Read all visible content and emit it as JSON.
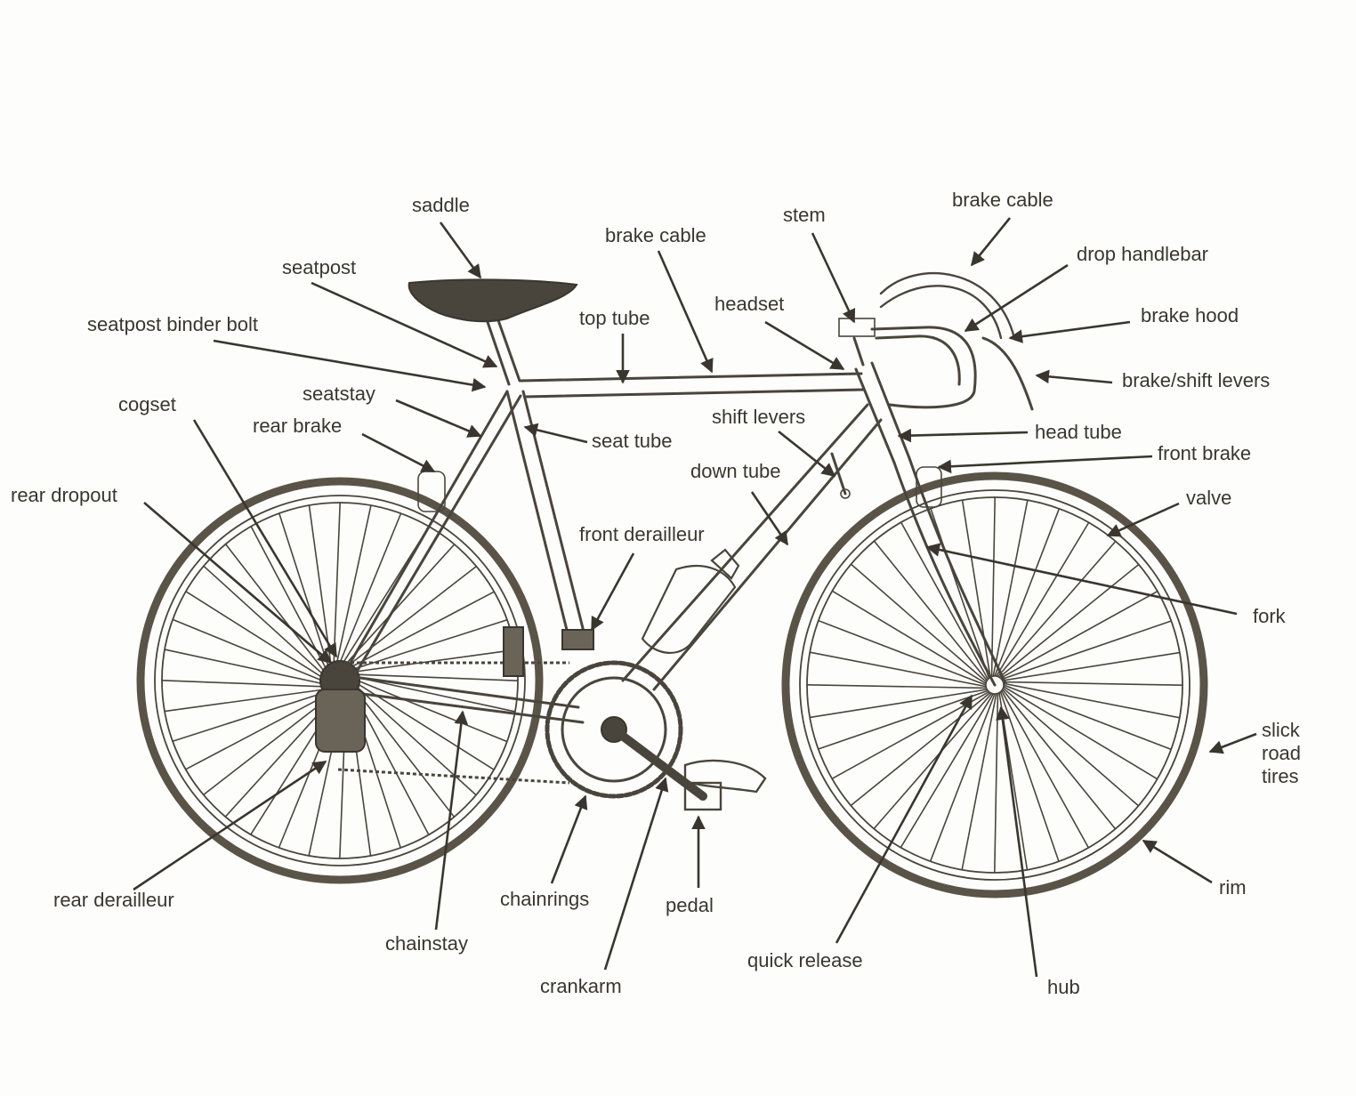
{
  "labels": {
    "saddle": "saddle",
    "seatpost": "seatpost",
    "seatpost_binder_bolt": "seatpost binder bolt",
    "cogset": "cogset",
    "seatstay": "seatstay",
    "rear_brake": "rear brake",
    "rear_dropout": "rear dropout",
    "brake_cable_top": "brake cable",
    "top_tube": "top tube",
    "seat_tube": "seat tube",
    "stem": "stem",
    "headset": "headset",
    "brake_cable_front": "brake cable",
    "drop_handlebar": "drop handlebar",
    "brake_hood": "brake hood",
    "brake_shift_levers": "brake/shift levers",
    "shift_levers": "shift levers",
    "head_tube": "head tube",
    "down_tube": "down tube",
    "front_brake": "front brake",
    "valve": "valve",
    "front_derailleur": "front derailleur",
    "fork": "fork",
    "slick_road_tires_1": "slick",
    "slick_road_tires_2": "road",
    "slick_road_tires_3": "tires",
    "rim": "rim",
    "rear_derailleur": "rear derailleur",
    "chainrings": "chainrings",
    "pedal": "pedal",
    "chainstay": "chainstay",
    "crankarm": "crankarm",
    "quick_release": "quick release",
    "hub": "hub"
  },
  "colors": {
    "ink": "#3a362f",
    "background": "#fdfdfb",
    "tire": "#5a5348"
  }
}
